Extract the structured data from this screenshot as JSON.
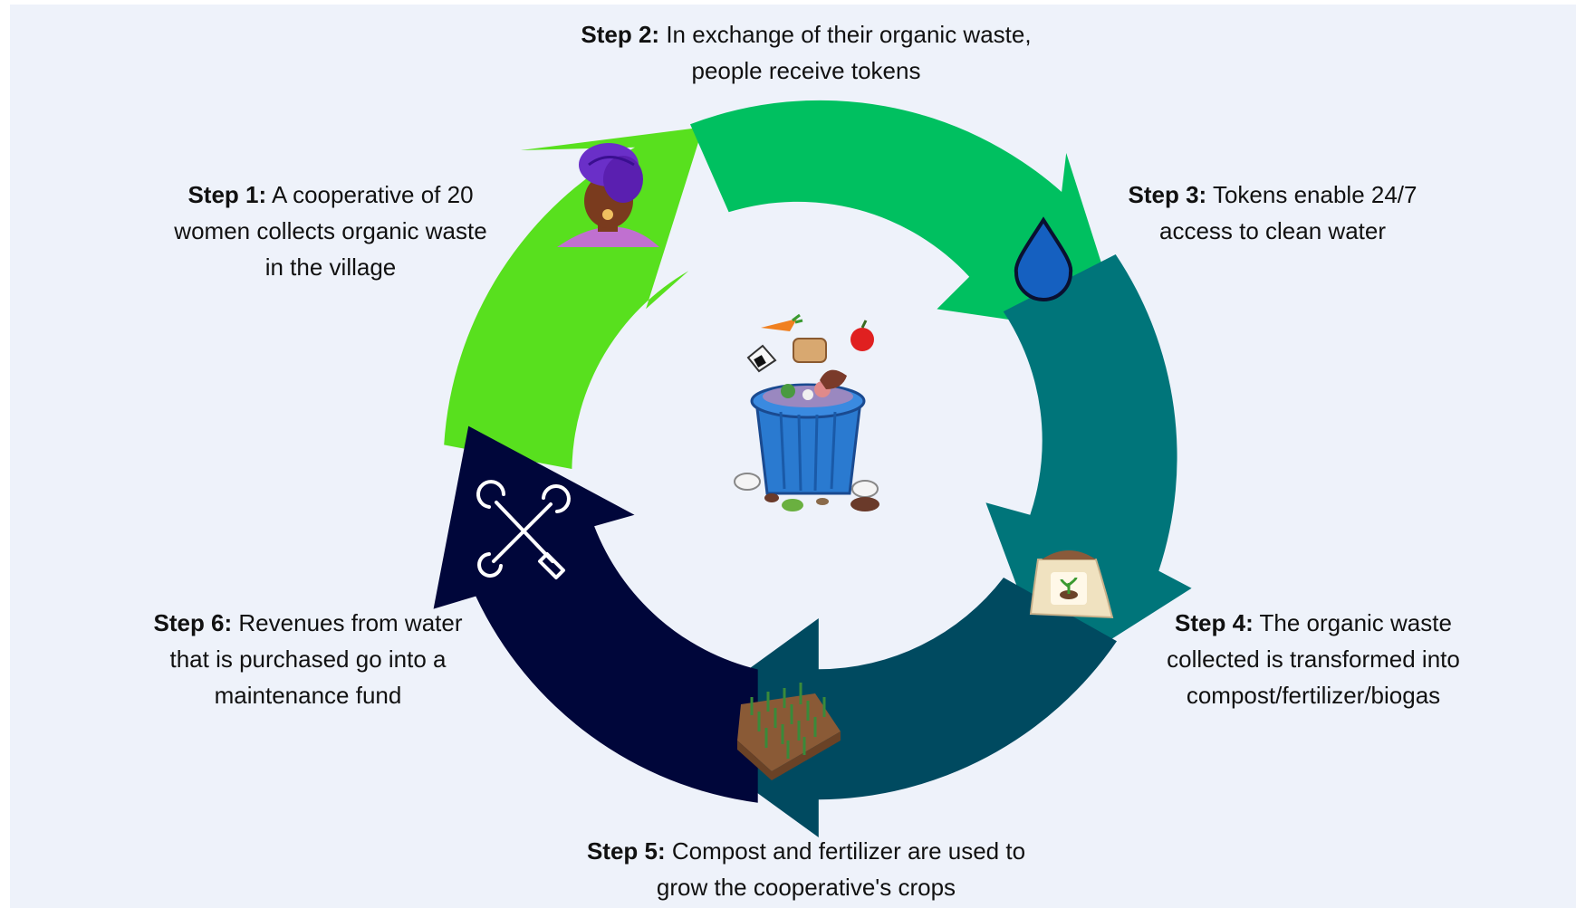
{
  "colors": {
    "background": "#eef2fa",
    "segment_step1": "#58e01e",
    "segment_step2": "#00c060",
    "segment_step3": "#00757a",
    "segment_step4": "#004a60",
    "segment_step5": "#00063a",
    "text": "#111111"
  },
  "steps": [
    {
      "label": "Step 1:",
      "text": "A cooperative of 20 women collects organic waste in the village",
      "icon": "woman-icon"
    },
    {
      "label": "Step 2:",
      "text": "In exchange of their organic waste, people receive tokens",
      "icon": ""
    },
    {
      "label": "Step 3:",
      "text": "Tokens enable 24/7 access to clean water",
      "icon": "water-drop-icon"
    },
    {
      "label": "Step 4:",
      "text": "The organic waste collected is transformed into compost/fertilizer/biogas",
      "icon": "compost-bag-icon"
    },
    {
      "label": "Step 5:",
      "text": "Compost and fertilizer are used to grow the cooperative's crops",
      "icon": "crops-icon"
    },
    {
      "label": "Step 6:",
      "text": "Revenues from water that is purchased go into a maintenance fund",
      "icon": "tools-icon"
    }
  ],
  "center_icon": "organic-waste-bin-icon"
}
